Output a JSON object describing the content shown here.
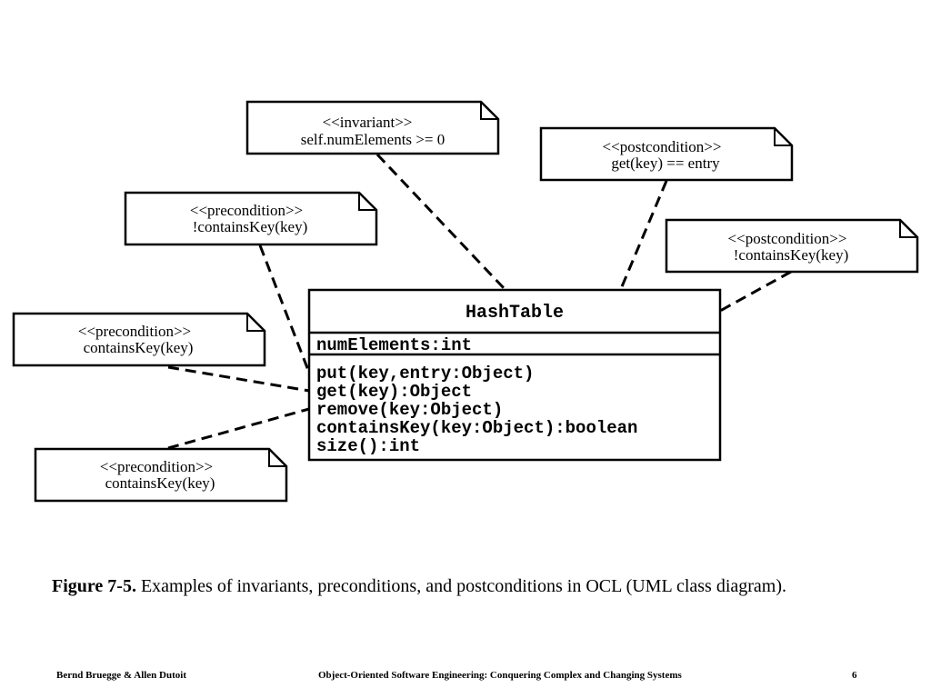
{
  "diagram": {
    "class": {
      "name": "HashTable",
      "attributes": [
        "numElements:int"
      ],
      "operations": [
        "put(key,entry:Object)",
        "get(key):Object",
        "remove(key:Object)",
        "containsKey(key:Object):boolean",
        "size():int"
      ]
    },
    "notes": [
      {
        "stereotype": "<<invariant>>",
        "expression": "self.numElements >= 0"
      },
      {
        "stereotype": "<<postcondition>>",
        "expression": "get(key) == entry"
      },
      {
        "stereotype": "<<precondition>>",
        "expression": "!containsKey(key)"
      },
      {
        "stereotype": "<<postcondition>>",
        "expression": "!containsKey(key)"
      },
      {
        "stereotype": "<<precondition>>",
        "expression": "containsKey(key)"
      },
      {
        "stereotype": "<<precondition>>",
        "expression": "containsKey(key)"
      }
    ]
  },
  "caption": {
    "label": "Figure 7-5.",
    "text": " Examples of invariants, preconditions, and postconditions in OCL (UML class diagram)."
  },
  "footer": {
    "authors": "Bernd Bruegge & Allen Dutoit",
    "book": "Object-Oriented Software Engineering: Conquering Complex and Changing Systems",
    "page": "6"
  }
}
